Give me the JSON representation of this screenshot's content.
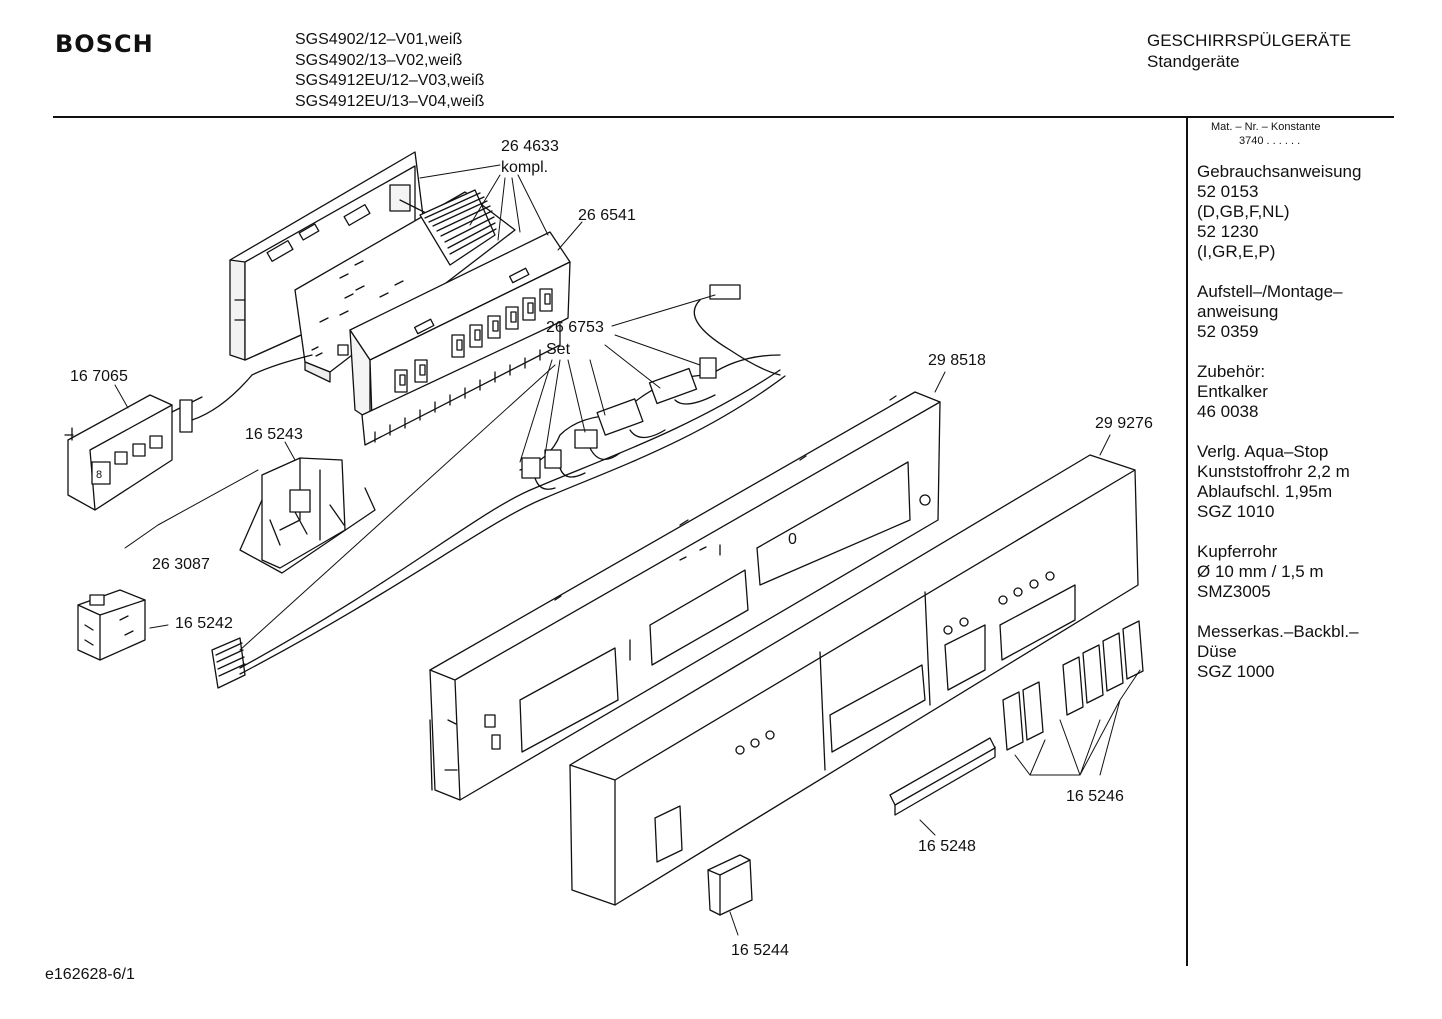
{
  "header": {
    "brand": "BOSCH",
    "models": [
      "SGS4902/12–V01,weiß",
      "SGS4902/13–V02,weiß",
      "SGS4912EU/12–V03,weiß",
      "SGS4912EU/13–V04,weiß"
    ],
    "category": "GESCHIRRSPÜLGERÄTE",
    "subcategory": "Standgeräte"
  },
  "sidebar": {
    "matnr_label": "Mat. – Nr. – Konstante",
    "matnr_value": "3740 . . . . . .",
    "groups": [
      [
        "Gebrauchsanweisung",
        "52 0153",
        "(D,GB,F,NL)",
        "52 1230",
        "(I,GR,E,P)"
      ],
      [
        "Aufstell–/Montage–",
        "anweisung",
        "52 0359"
      ],
      [
        "Zubehör:",
        "Entkalker",
        "46 0038"
      ],
      [
        "Verlg. Aqua–Stop",
        "Kunststoffrohr 2,2 m",
        "Ablaufschl. 1,95m",
        "SGZ 1010"
      ],
      [
        "Kupferrohr",
        "Ø 10 mm / 1,5 m",
        "SMZ3005"
      ],
      [
        "Messerkas.–Backbl.–",
        "Düse",
        "SGZ 1000"
      ]
    ]
  },
  "parts": {
    "p264633": "26 4633",
    "p264633_note": "kompl.",
    "p266541": "26 6541",
    "p266753": "26 6753",
    "p266753_note": "Set",
    "p167065": "16 7065",
    "p165243": "16 5243",
    "p263087": "26 3087",
    "p165242": "16 5242",
    "p298518": "29 8518",
    "p299276": "29 9276",
    "p165246": "16 5246",
    "p165248": "16 5248",
    "p165244": "16 5244",
    "panel_mark": "0"
  },
  "footer": {
    "ref": "e162628-6/1"
  }
}
